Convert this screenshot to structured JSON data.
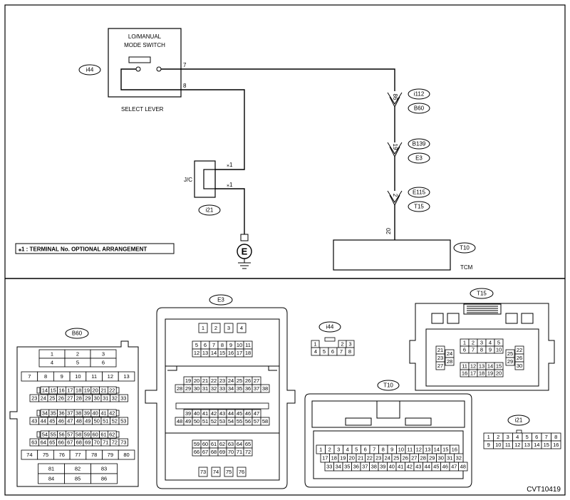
{
  "diagram": {
    "switch": {
      "label_line1": "LO/MANUAL",
      "label_line2": "MODE SWITCH",
      "connector": "i44",
      "pin_a": "7",
      "pin_b": "8",
      "caption": "SELECT LEVER"
    },
    "joint": {
      "label": "J/C",
      "connector": "i21",
      "pin_top": "⁎1",
      "pin_bottom": "⁎1"
    },
    "ground_symbol": "E",
    "note": "⁎1 : TERMINAL No. OPTIONAL ARRANGEMENT",
    "path": [
      {
        "pin": "86",
        "from": "i112",
        "to": "B60"
      },
      {
        "pin": "19",
        "from": "B139",
        "to": "E3"
      },
      {
        "pin": "2",
        "from": "E115",
        "to": "T15"
      }
    ],
    "tcm": {
      "pin": "20",
      "connector": "T10",
      "label": "TCM"
    },
    "image_code": "CVT10419"
  },
  "connectors": {
    "B60": {
      "label": "B60",
      "rows": [
        [
          "1",
          "2",
          "3"
        ],
        [
          "4",
          "5",
          "6"
        ],
        [
          "7",
          "8",
          "9",
          "10",
          "11",
          "12",
          "13"
        ],
        [
          "14",
          "15",
          "16",
          "17",
          "18",
          "19",
          "20",
          "21",
          "22"
        ],
        [
          "23",
          "24",
          "25",
          "26",
          "27",
          "28",
          "29",
          "30",
          "31",
          "32",
          "33"
        ],
        [
          "34",
          "35",
          "36",
          "37",
          "38",
          "39",
          "40",
          "41",
          "42"
        ],
        [
          "43",
          "44",
          "45",
          "46",
          "47",
          "48",
          "49",
          "50",
          "51",
          "52",
          "53"
        ],
        [
          "54",
          "55",
          "56",
          "57",
          "58",
          "59",
          "60",
          "61",
          "62"
        ],
        [
          "63",
          "64",
          "65",
          "66",
          "67",
          "68",
          "69",
          "70",
          "71",
          "72",
          "73"
        ],
        [
          "74",
          "75",
          "76",
          "77",
          "78",
          "79",
          "80"
        ],
        [
          "81",
          "82",
          "83"
        ],
        [
          "84",
          "85",
          "86"
        ]
      ]
    },
    "E3": {
      "label": "E3",
      "rows": [
        [
          "1",
          "2",
          "3",
          "4"
        ],
        [
          "5",
          "6",
          "7",
          "8",
          "9",
          "10",
          "11"
        ],
        [
          "12",
          "13",
          "14",
          "15",
          "16",
          "17",
          "18"
        ],
        [
          "19",
          "20",
          "21",
          "22",
          "23",
          "24",
          "25",
          "26",
          "27"
        ],
        [
          "28",
          "29",
          "30",
          "31",
          "32",
          "33",
          "34",
          "35",
          "36",
          "37",
          "38"
        ],
        [
          "39",
          "40",
          "41",
          "42",
          "43",
          "44",
          "45",
          "46",
          "47"
        ],
        [
          "48",
          "49",
          "50",
          "51",
          "52",
          "53",
          "54",
          "55",
          "56",
          "57",
          "58"
        ],
        [
          "59",
          "60",
          "61",
          "62",
          "63",
          "64",
          "65"
        ],
        [
          "66",
          "67",
          "68",
          "69",
          "70",
          "71",
          "72"
        ],
        [
          "73",
          "74",
          "75",
          "76"
        ]
      ]
    },
    "i44": {
      "label": "i44",
      "rows": [
        [
          "1",
          "2",
          "3"
        ],
        [
          "4",
          "5",
          "6",
          "7",
          "8"
        ]
      ]
    },
    "T15": {
      "label": "T15",
      "rows": [
        [
          "1",
          "2",
          "3",
          "4",
          "5"
        ],
        [
          "6",
          "7",
          "8",
          "9",
          "10"
        ],
        [
          "11",
          "12",
          "13",
          "14",
          "15"
        ],
        [
          "16",
          "17",
          "18",
          "19",
          "20"
        ]
      ],
      "left": [
        "21",
        "23",
        "27"
      ],
      "left2": [
        "24",
        "28"
      ],
      "right": [
        "22",
        "26",
        "30"
      ],
      "right2": [
        "25",
        "29"
      ]
    },
    "T10": {
      "label": "T10",
      "rows": [
        [
          "1",
          "2",
          "3",
          "4",
          "5",
          "6",
          "7",
          "8",
          "9",
          "10",
          "11",
          "12",
          "13",
          "14",
          "15",
          "16"
        ],
        [
          "17",
          "18",
          "19",
          "20",
          "21",
          "22",
          "23",
          "24",
          "25",
          "26",
          "27",
          "28",
          "29",
          "30",
          "31",
          "32"
        ],
        [
          "33",
          "34",
          "35",
          "36",
          "37",
          "38",
          "39",
          "40",
          "41",
          "42",
          "43",
          "44",
          "45",
          "46",
          "47",
          "48"
        ]
      ]
    },
    "i21": {
      "label": "i21",
      "rows": [
        [
          "1",
          "2",
          "3",
          "4",
          "5",
          "6",
          "7",
          "8"
        ],
        [
          "9",
          "10",
          "11",
          "12",
          "13",
          "14",
          "15",
          "16"
        ]
      ]
    }
  }
}
